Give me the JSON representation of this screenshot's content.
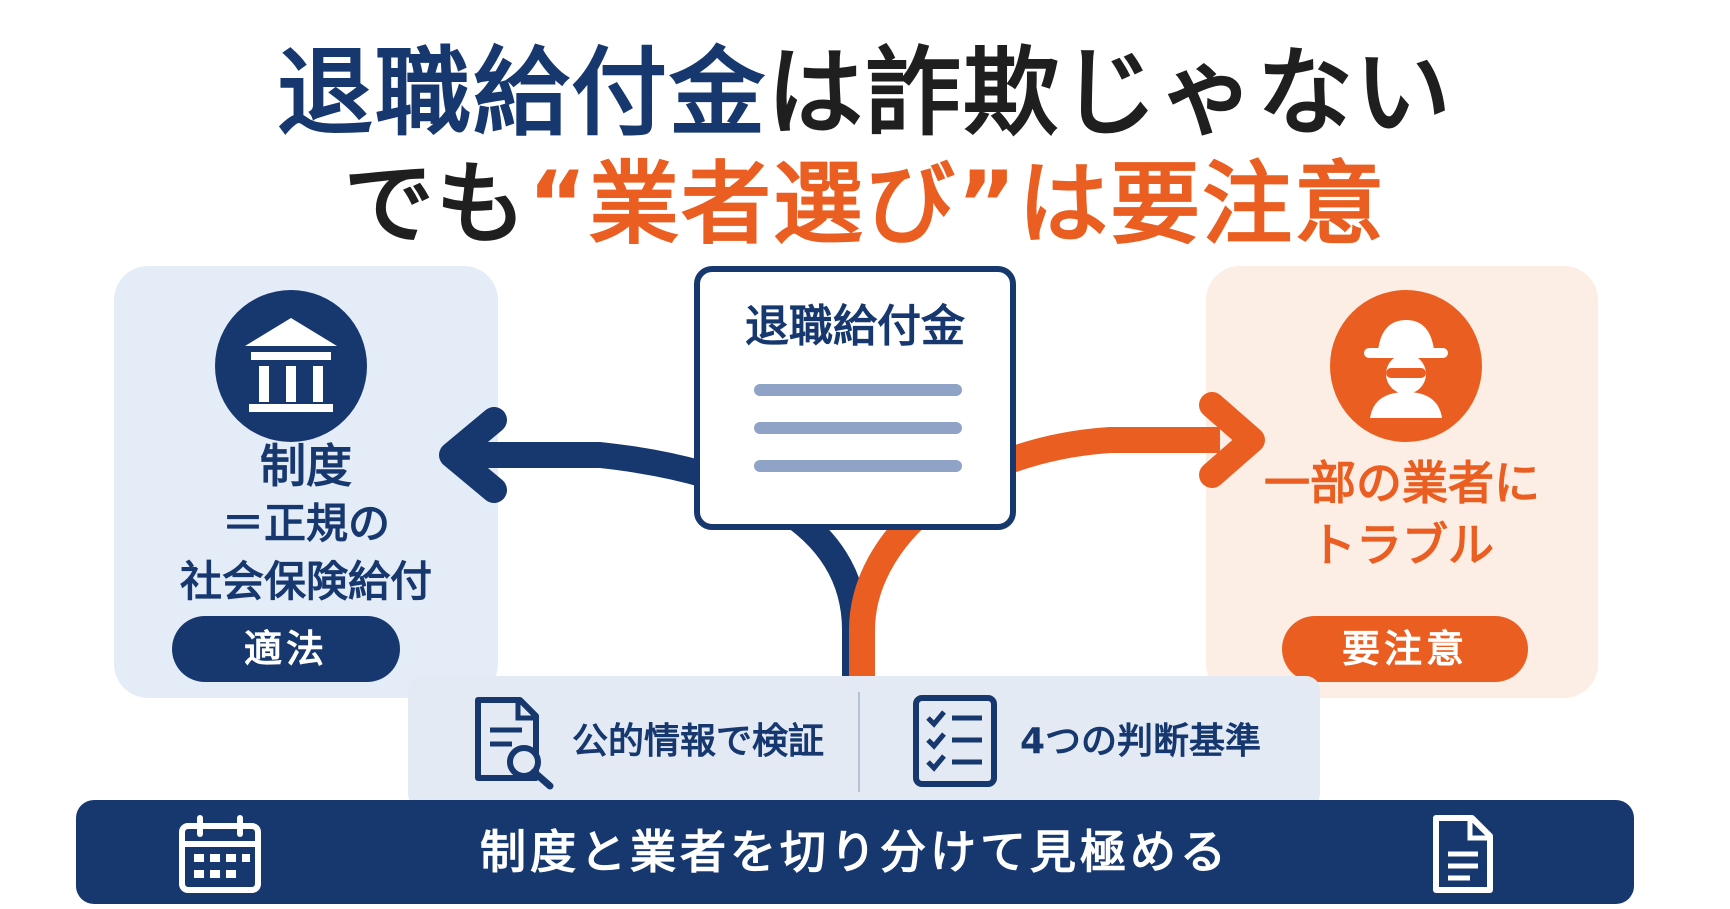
{
  "title": {
    "line1_main": "退職給付金",
    "line1_rest": "は詐欺じゃない",
    "line2_prefix": "でも",
    "line2_highlight": "“業者選び”",
    "line2_suffix": "は要注意"
  },
  "center_card": {
    "title": "退職給付金"
  },
  "left_panel": {
    "line1": "制度",
    "line2": "＝正規の",
    "line3": "社会保険給付",
    "badge": "適法"
  },
  "right_panel": {
    "line1": "一部の業者に",
    "line2": "トラブル",
    "badge": "要注意"
  },
  "info": {
    "item1": "公的情報で検証",
    "item2": "4つの判断基準"
  },
  "bottom_bar": {
    "text": "制度と業者を切り分けて見極める"
  },
  "icons": [
    "bank-icon",
    "spy-icon",
    "document-search-icon",
    "checklist-icon",
    "calendar-icon",
    "document-icon"
  ],
  "colors": {
    "navy": "#17386f",
    "orange": "#ea5f21",
    "light_blue": "#e4ecf7",
    "light_orange": "#fdeee5"
  }
}
